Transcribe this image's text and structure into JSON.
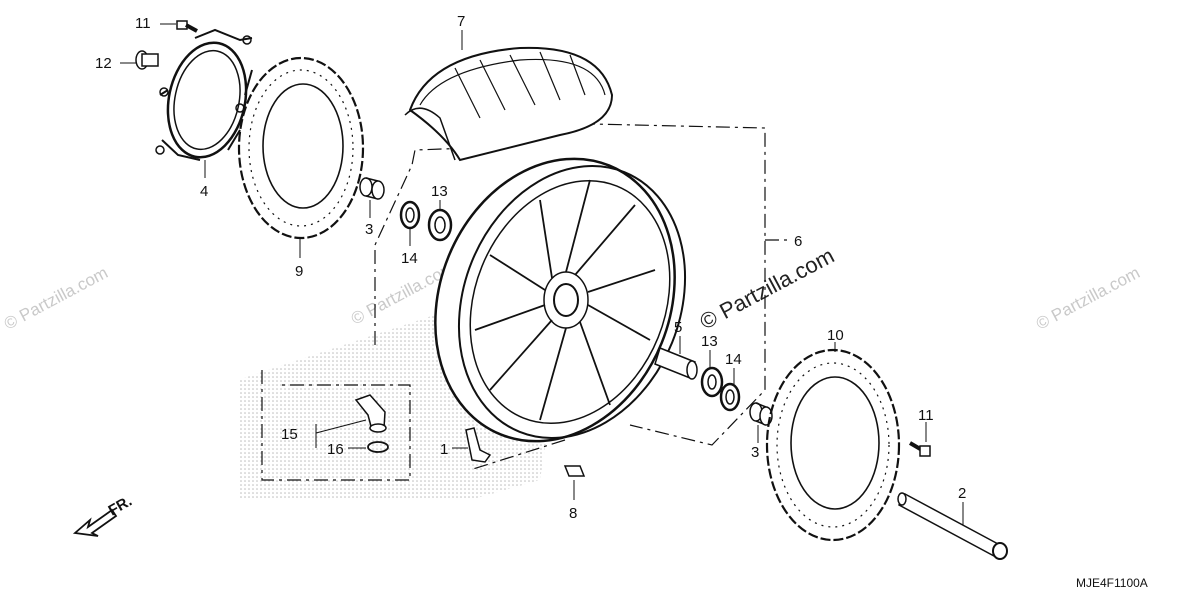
{
  "diagram_code": "MJE4F1100A",
  "front_label": "FR.",
  "watermark_text": "© Partzilla.com",
  "callouts": [
    {
      "id": "callout-11-top",
      "text": "11"
    },
    {
      "id": "callout-12",
      "text": "12"
    },
    {
      "id": "callout-4",
      "text": "4"
    },
    {
      "id": "callout-9",
      "text": "9"
    },
    {
      "id": "callout-7",
      "text": "7"
    },
    {
      "id": "callout-3-left",
      "text": "3"
    },
    {
      "id": "callout-13-top",
      "text": "13"
    },
    {
      "id": "callout-14-top",
      "text": "14"
    },
    {
      "id": "callout-6",
      "text": "6"
    },
    {
      "id": "callout-5",
      "text": "5"
    },
    {
      "id": "callout-13-right",
      "text": "13"
    },
    {
      "id": "callout-14-right",
      "text": "14"
    },
    {
      "id": "callout-10",
      "text": "10"
    },
    {
      "id": "callout-11-right",
      "text": "11"
    },
    {
      "id": "callout-3-right",
      "text": "3"
    },
    {
      "id": "callout-2",
      "text": "2"
    },
    {
      "id": "callout-8",
      "text": "8"
    },
    {
      "id": "callout-1",
      "text": "1"
    },
    {
      "id": "callout-15",
      "text": "15"
    },
    {
      "id": "callout-16",
      "text": "16"
    }
  ],
  "colors": {
    "line": "#111111",
    "watermark": "#c9c9c9",
    "background": "#ffffff"
  }
}
